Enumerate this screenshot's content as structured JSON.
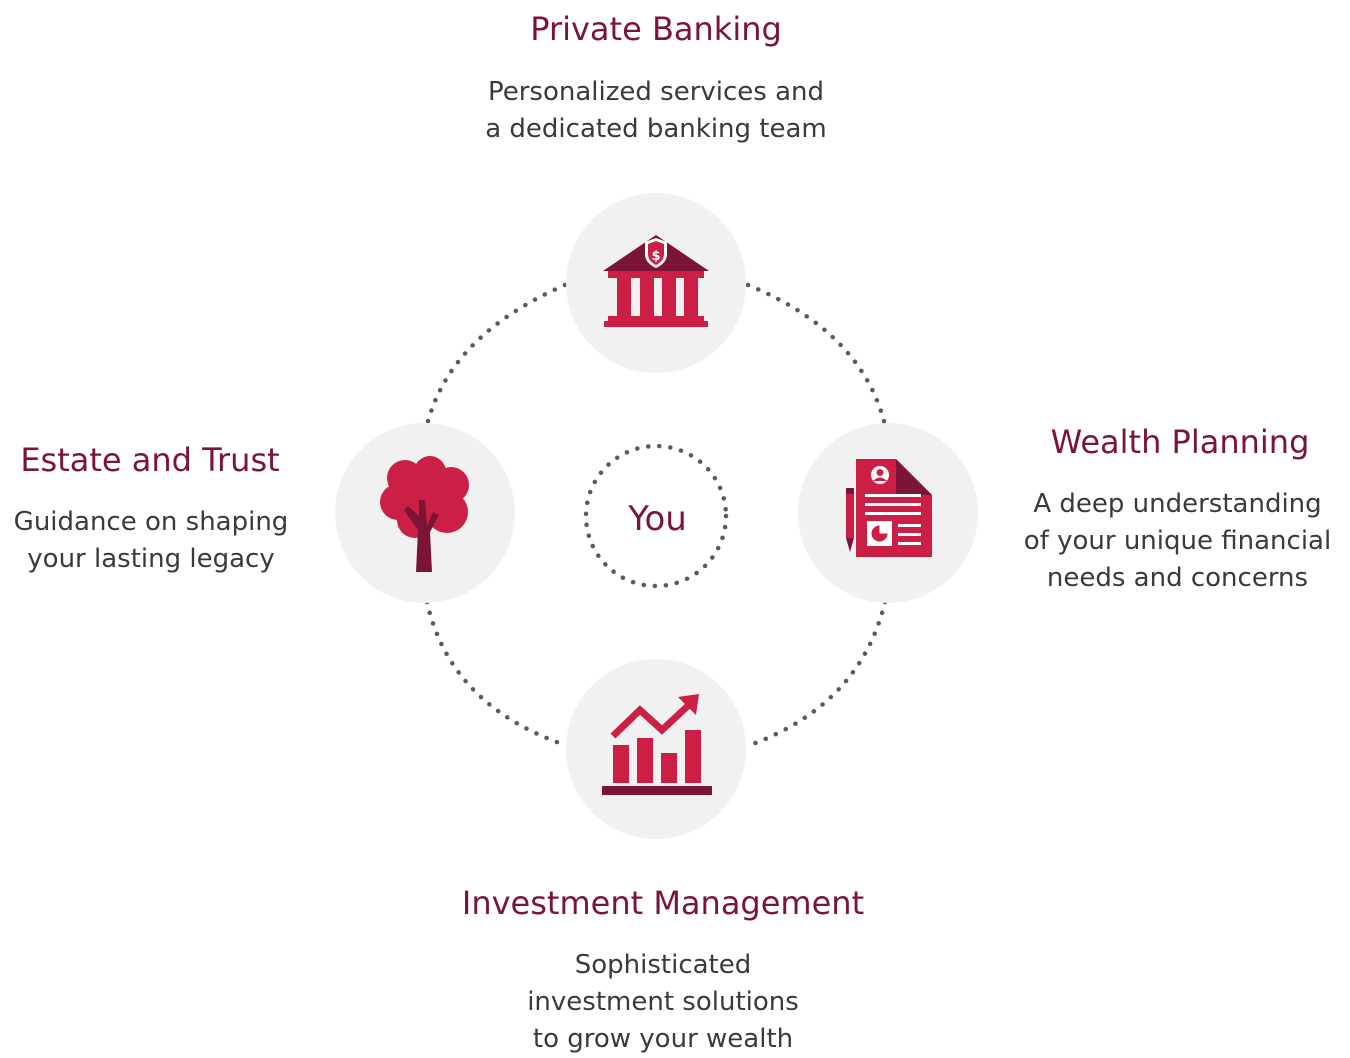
{
  "center": {
    "label": "You"
  },
  "nodes": {
    "private_banking": {
      "title": "Private Banking",
      "description": [
        "Personalized services and",
        "a dedicated banking team"
      ],
      "icon": "bank-building-icon"
    },
    "wealth_planning": {
      "title": "Wealth Planning",
      "description": [
        "A deep understanding",
        "of your unique financial",
        "needs and concerns"
      ],
      "icon": "document-report-icon"
    },
    "investment_management": {
      "title": "Investment Management",
      "description": [
        "Sophisticated",
        "investment solutions",
        "to grow your wealth"
      ],
      "icon": "growth-chart-icon"
    },
    "estate_and_trust": {
      "title": "Estate and Trust",
      "description": [
        "Guidance on shaping",
        "your lasting legacy"
      ],
      "icon": "tree-icon"
    }
  },
  "colors": {
    "accent": "#cc1f45",
    "accent_dark": "#7a1535",
    "circle_fill": "#f1f1f1",
    "dots": "#5a5a5a",
    "text": "#3a3a3a"
  }
}
